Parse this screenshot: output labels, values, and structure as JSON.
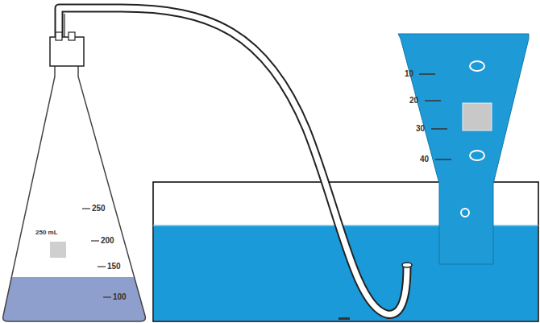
{
  "diagram": {
    "labels": [
      "250",
      "200",
      "150",
      "100",
      "250 mL",
      "10",
      "20",
      "30",
      "40"
    ]
  }
}
